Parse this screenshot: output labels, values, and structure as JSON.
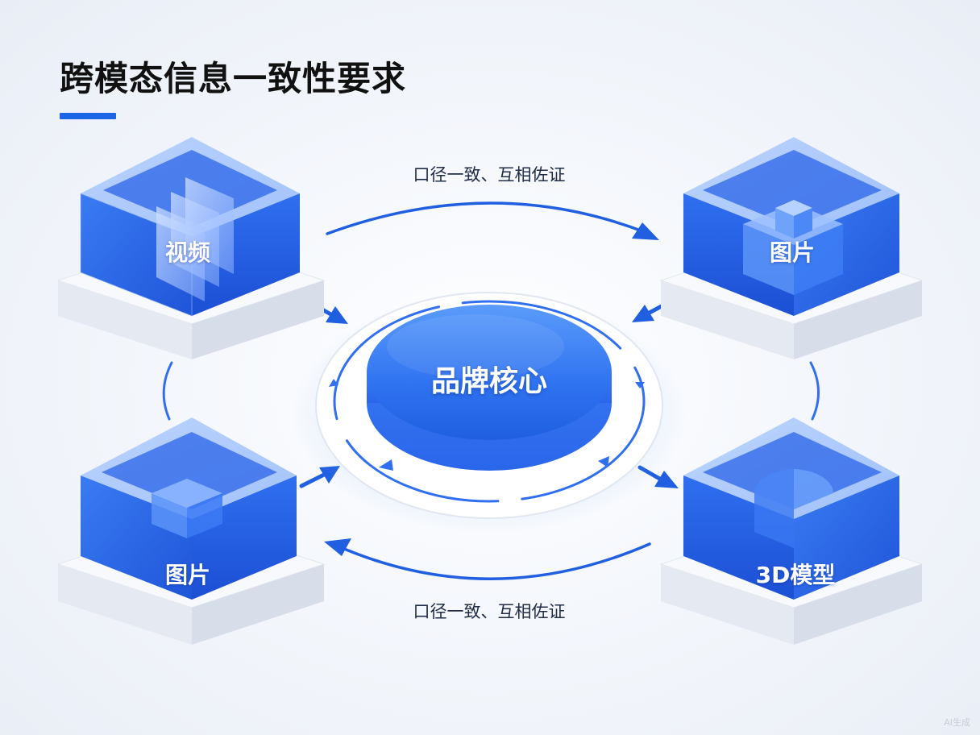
{
  "title": "跨模态信息一致性要求",
  "flows": {
    "top_label": "口径一致、互相佐证",
    "bottom_label": "口径一致、互相佐证"
  },
  "core": {
    "label": "品牌核心"
  },
  "modules": {
    "video": "视频",
    "image_top": "图片",
    "image_bottom": "图片",
    "model_3d": "3D模型"
  },
  "watermark": "AI生成",
  "colors": {
    "accent": "#1a66e6",
    "cube_blue": "#2f74f2",
    "arrow_blue": "#1f5fe0"
  }
}
